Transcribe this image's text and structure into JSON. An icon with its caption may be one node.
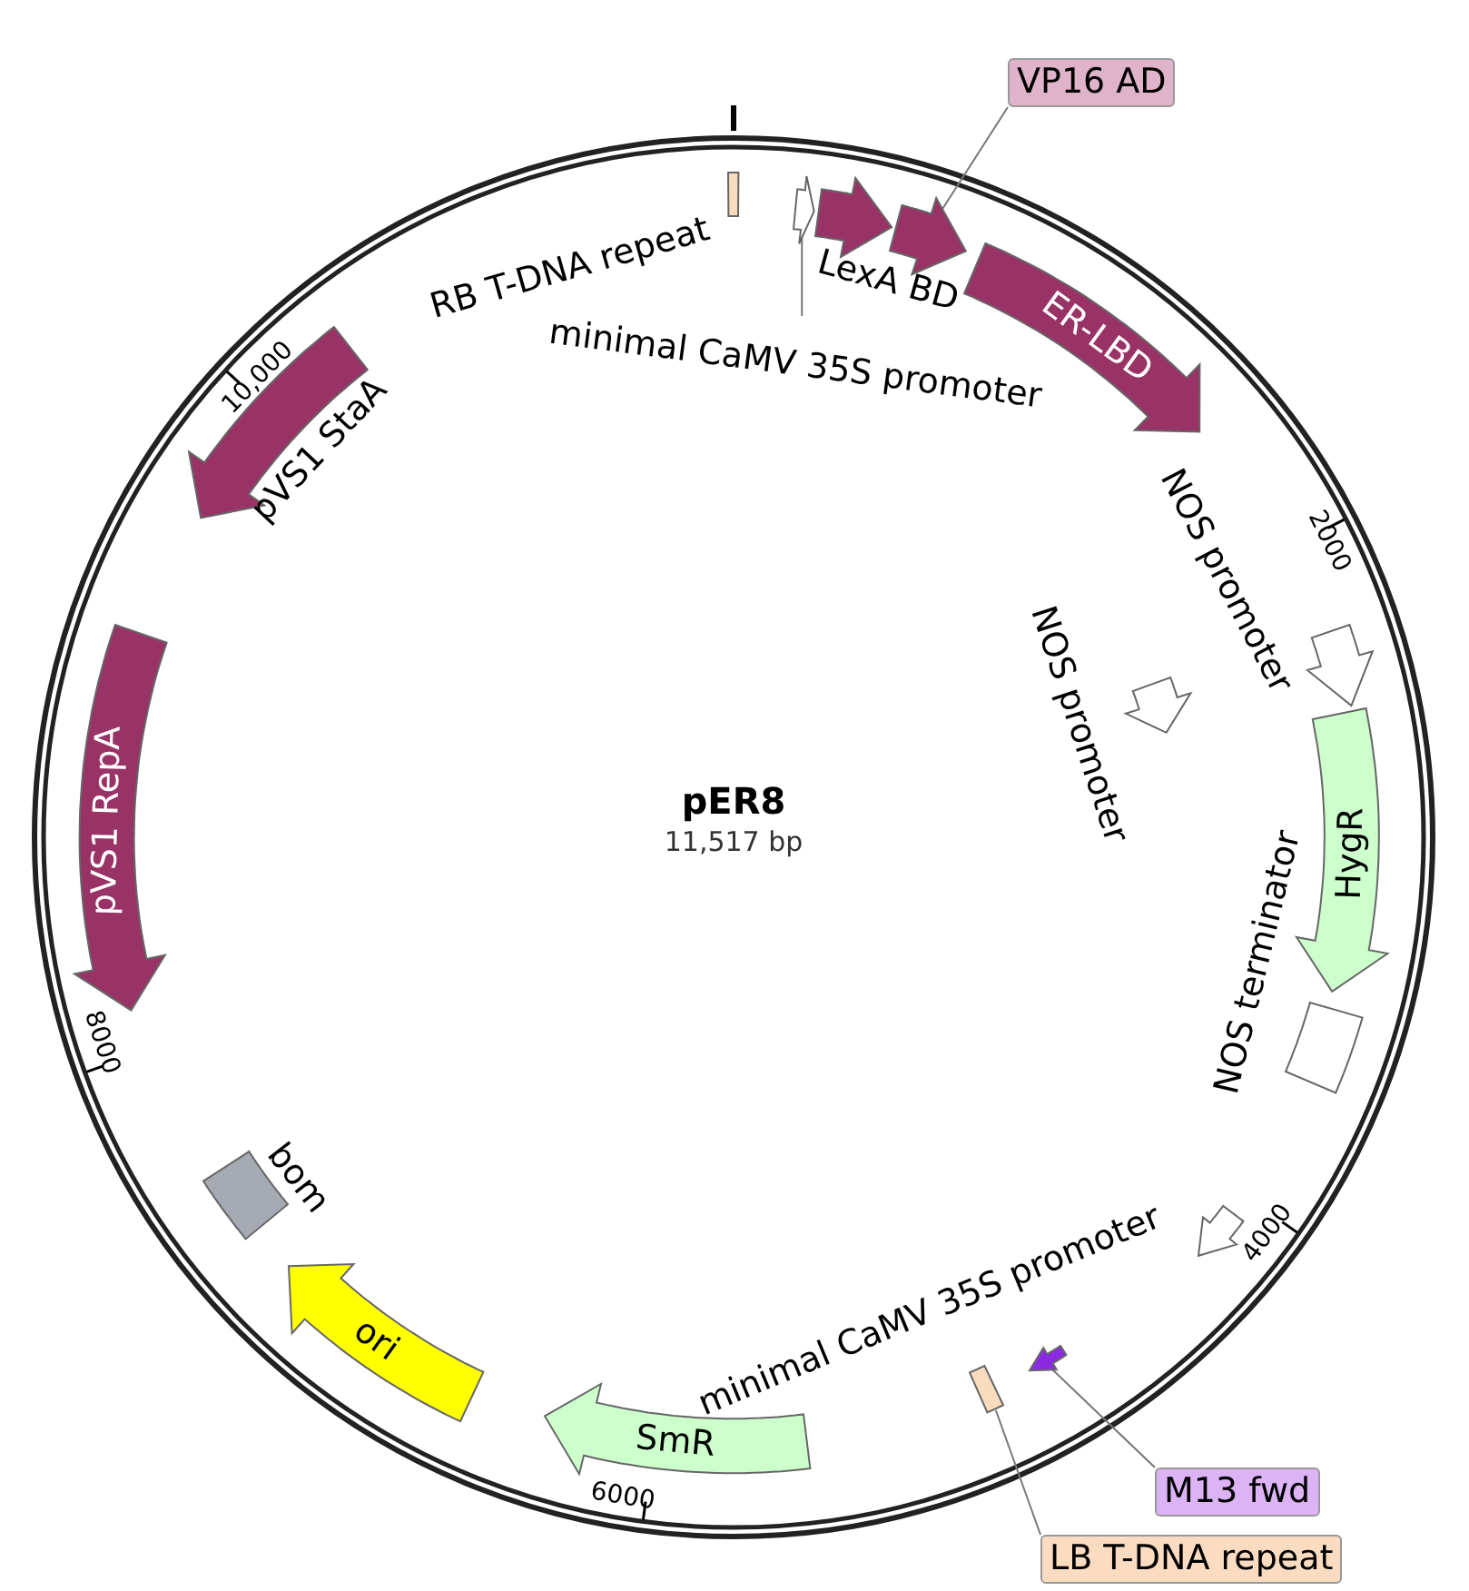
{
  "diagram": {
    "title": "pER8",
    "nodes": [
      {
        "text": [],
        "shape": "box",
        "beside": [
          "RB T-DNA repeat"
        ]
      },
      {
        "text": [
          "minimal CaMV 35S promoter"
        ]
      },
      {
        "text": [],
        "shape": "arrow"
      },
      {
        "text": [],
        "shape": "arrow",
        "beside": [
          "LexA BD"
        ]
      },
      {
        "text": [],
        "shape": "arrow"
      },
      {
        "text": [
          "VP16 AD"
        ]
      },
      {
        "text": [
          "ER-LBD"
        ]
      },
      {
        "text": [],
        "shape": "arrow",
        "beside": [
          "NOS promoter"
        ]
      },
      {
        "text": [],
        "shape": "arrow",
        "beside": [
          "NOS promoter"
        ]
      },
      {
        "text": [
          "HygR"
        ]
      },
      {
        "text": [],
        "shape": "box",
        "beside": [
          "NOS terminator"
        ]
      },
      {
        "text": [],
        "shape": "arrow"
      },
      {
        "text": [],
        "shape": "arrow"
      },
      {
        "text": [
          "M13 fwd"
        ]
      },
      {
        "text": [],
        "shape": "box"
      },
      {
        "text": [
          "LB T-DNA repeat"
        ]
      },
      {
        "text": [
          "SmR"
        ]
      },
      {
        "text": [
          "ori"
        ]
      },
      {
        "text": [],
        "shape": "box",
        "beside": [
          "bom"
        ]
      },
      {
        "text": [
          "pVS1 RepA"
        ]
      },
      {
        "text": [],
        "shape": "arrow",
        "beside": [
          "pVS1 StaA"
        ]
      }
    ],
    "edges": [
      {
        "from": 1,
        "to": 2,
        "arrow": "none"
      },
      {
        "from": 5,
        "to": 4,
        "arrow": "none"
      },
      {
        "from": 13,
        "to": 12,
        "arrow": "none"
      },
      {
        "from": 15,
        "to": 14,
        "arrow": "none"
      }
    ],
    "labels": [
      "minimal CaMV 35S promoter",
      "11,517 bp",
      "2000",
      "4000",
      "6000",
      "8000",
      "10,000"
    ]
  }
}
